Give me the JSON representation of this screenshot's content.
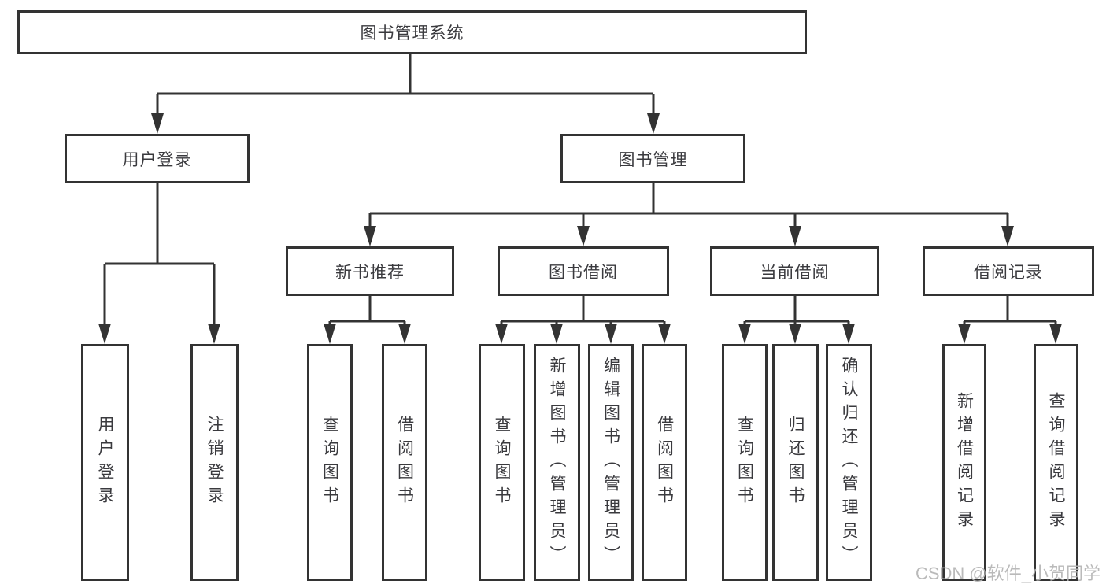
{
  "nodes": {
    "root": "图书管理系统",
    "user_login": "用户登录",
    "book_mgmt": "图书管理",
    "new_book_rec": "新书推荐",
    "book_borrow": "图书借阅",
    "current_borrow": "当前借阅",
    "borrow_records": "借阅记录"
  },
  "leaves": {
    "user_login": [
      "用户登录",
      "注销登录"
    ],
    "new_book_rec": [
      "查询图书",
      "借阅图书"
    ],
    "book_borrow": [
      "查询图书",
      "新增图书（管理员）",
      "编辑图书（管理员）",
      "借阅图书"
    ],
    "current_borrow": [
      "查询图书",
      "归还图书",
      "确认归还（管理员）"
    ],
    "borrow_records": [
      "新增借阅记录",
      "查询借阅记录"
    ]
  },
  "watermark": "CSDN @软件_小贺同学",
  "colors": {
    "line": "#333333",
    "text": "#3a3a3e",
    "watermark": "#b5b5b5",
    "background": "#ffffff"
  }
}
